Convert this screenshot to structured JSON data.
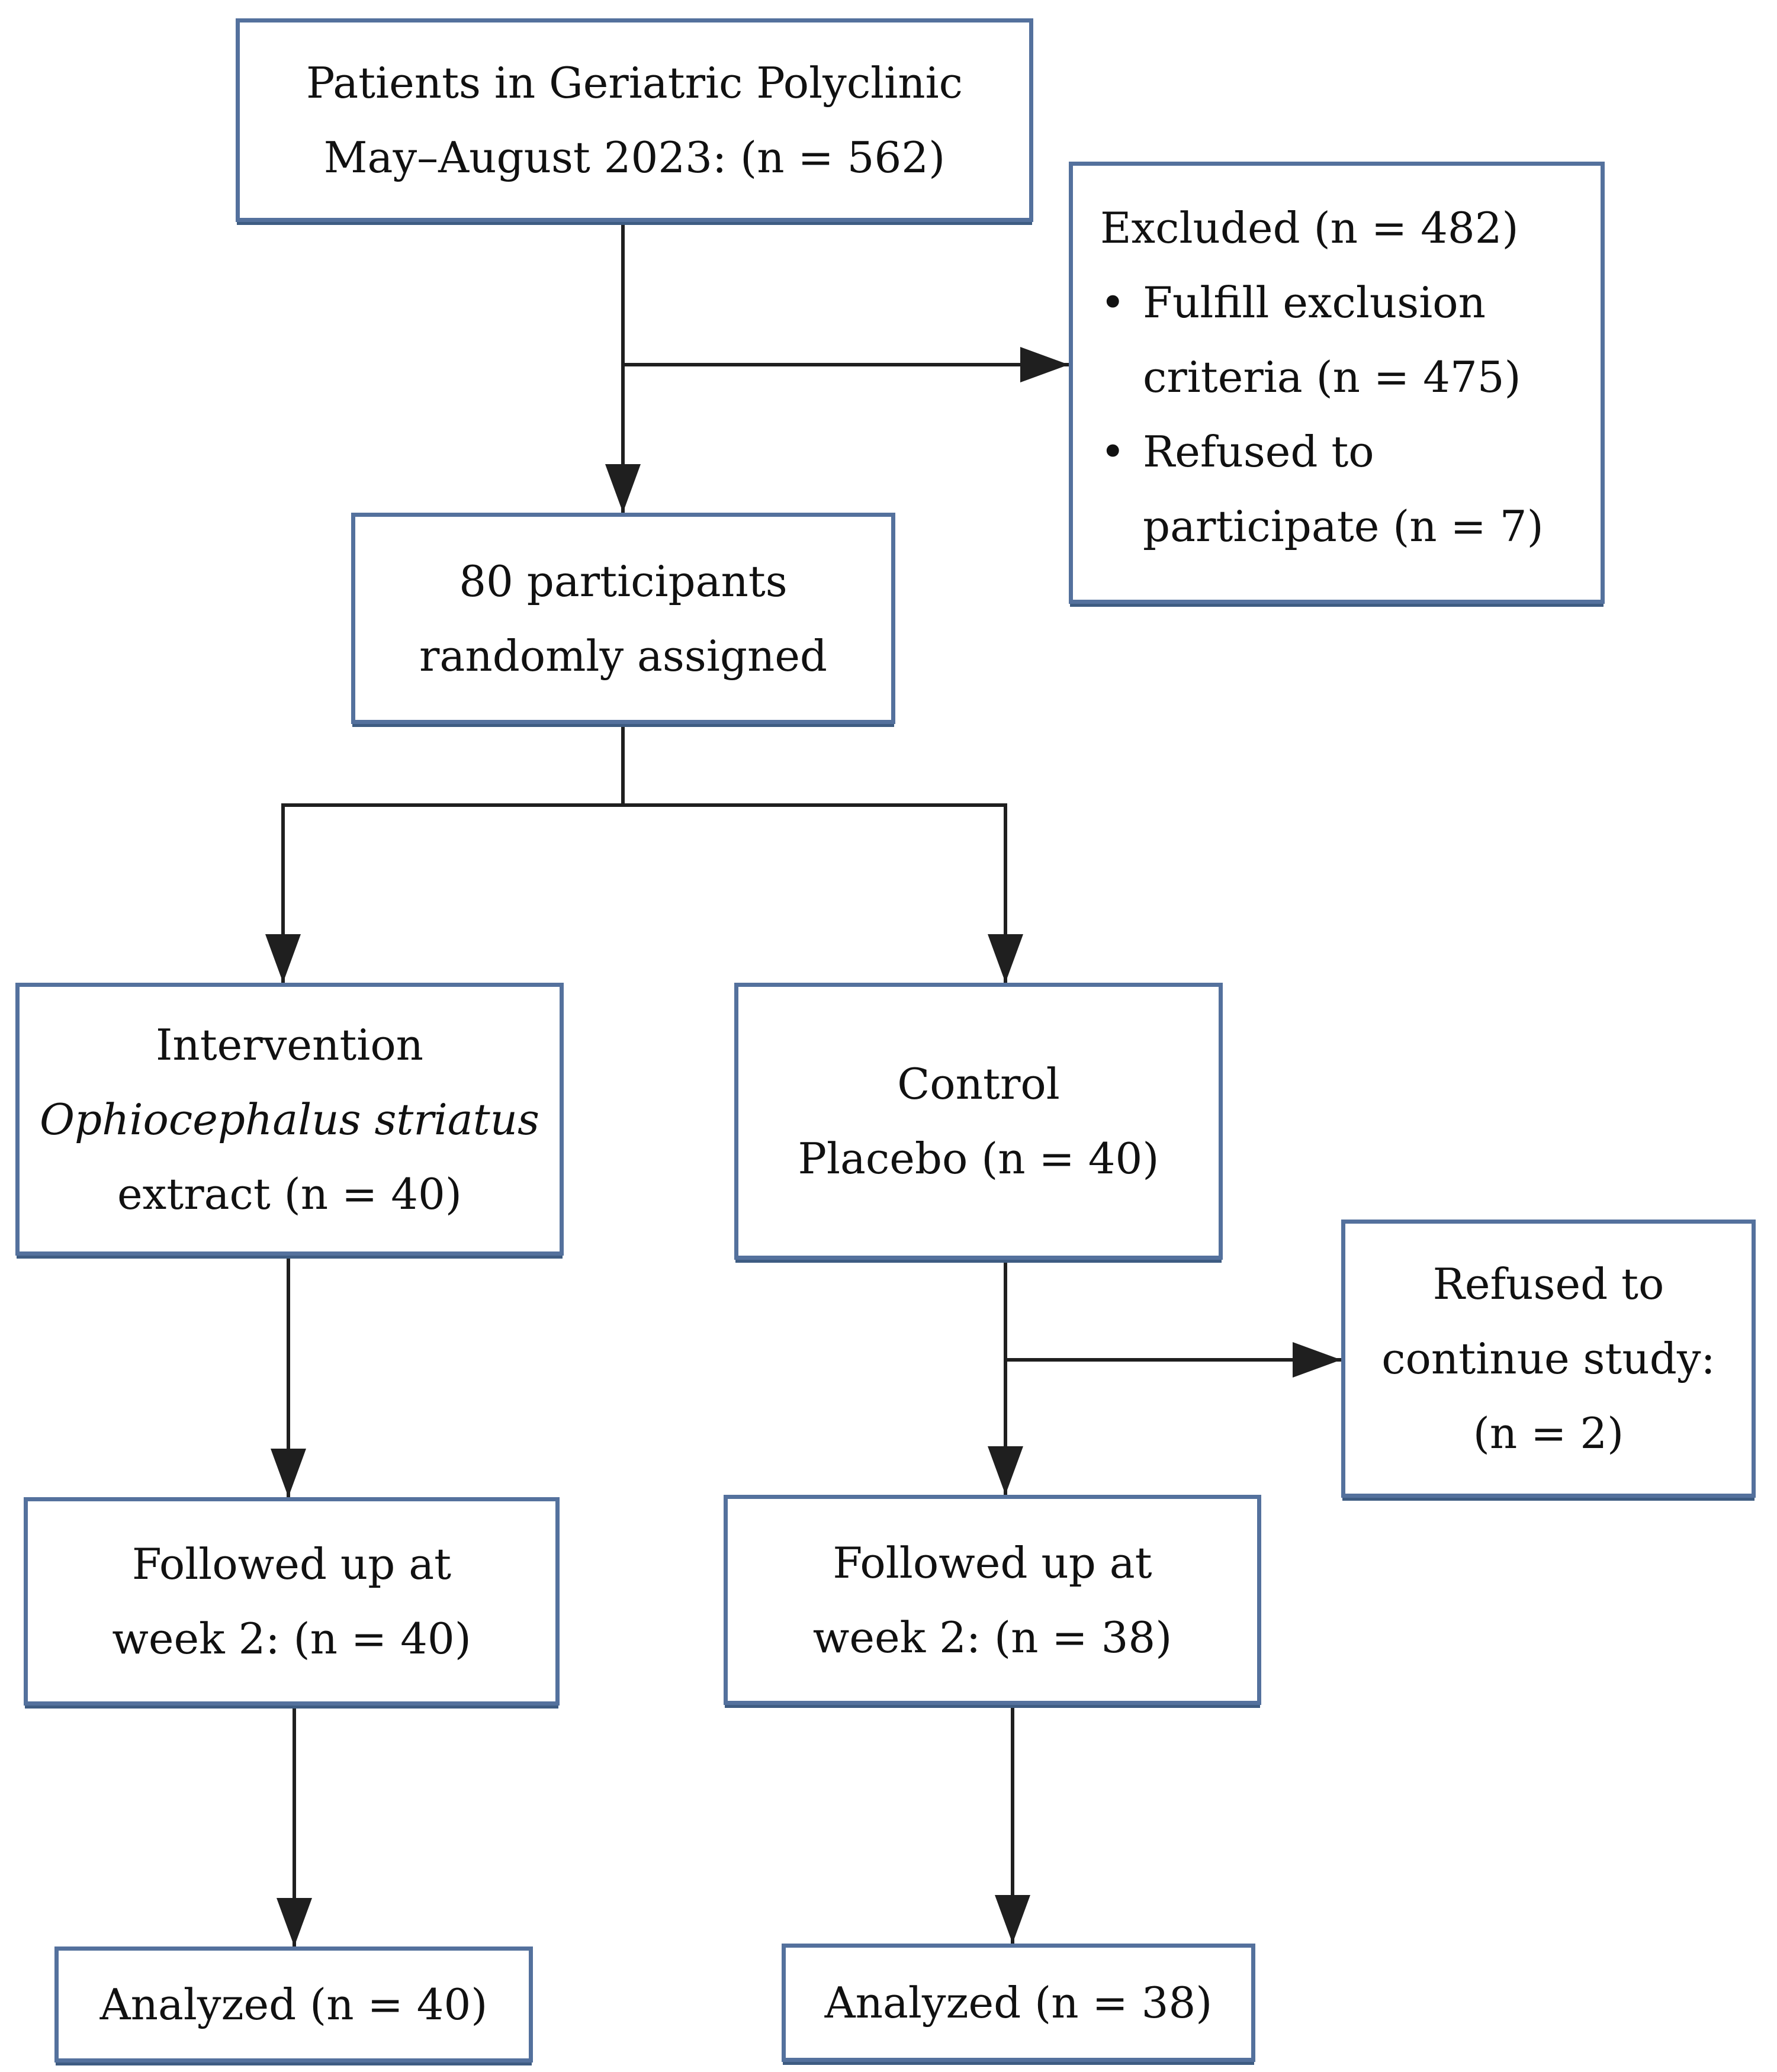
{
  "figure": {
    "colors": {
      "box_border": "#54719d",
      "arrow": "#1f1f1f",
      "text": "#111111",
      "background": "#ffffff"
    },
    "bullet_glyph": "•",
    "boxes": {
      "enrollment": {
        "lines": [
          "Patients in Geriatric Polyclinic",
          "May–August 2023: (n = 562)"
        ]
      },
      "excluded": {
        "title": "Excluded (n = 482)",
        "bullets": [
          {
            "lines": [
              "Fulfill exclusion",
              "criteria (n = 475)"
            ]
          },
          {
            "lines": [
              "Refused to",
              "participate (n = 7)"
            ]
          }
        ]
      },
      "randomized": {
        "lines": [
          "80 participants",
          "randomly assigned"
        ]
      },
      "intervention": {
        "lines": [
          "Intervention",
          "Ophiocephalus striatus",
          "extract (n = 40)"
        ]
      },
      "control": {
        "lines": [
          "Control",
          "Placebo (n = 40)"
        ]
      },
      "refused_continue": {
        "lines": [
          "Refused to",
          "continue study:",
          "(n = 2)"
        ]
      },
      "followup_intervention": {
        "lines": [
          "Followed up at",
          "week 2: (n = 40)"
        ]
      },
      "followup_control": {
        "lines": [
          "Followed up at",
          "week 2: (n = 38)"
        ]
      },
      "analyzed_intervention": {
        "lines": [
          "Analyzed (n = 40)"
        ]
      },
      "analyzed_control": {
        "lines": [
          "Analyzed (n = 38)"
        ]
      }
    }
  }
}
